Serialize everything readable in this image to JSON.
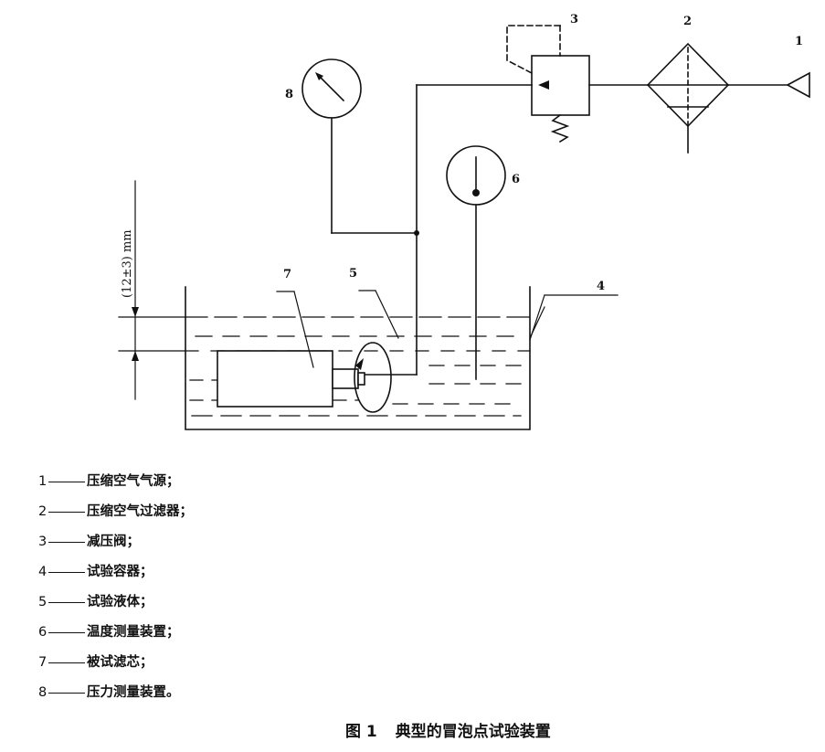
{
  "diagram": {
    "callouts": [
      "1",
      "2",
      "3",
      "4",
      "5",
      "6",
      "7",
      "8"
    ],
    "dimension_label": "(12±3) mm"
  },
  "legend": [
    {
      "num": "1",
      "text": "压缩空气气源；"
    },
    {
      "num": "2",
      "text": "压缩空气过滤器；"
    },
    {
      "num": "3",
      "text": "减压阀；"
    },
    {
      "num": "4",
      "text": "试验容器；"
    },
    {
      "num": "5",
      "text": "试验液体；"
    },
    {
      "num": "6",
      "text": "温度测量装置；"
    },
    {
      "num": "7",
      "text": "被试滤芯；"
    },
    {
      "num": "8",
      "text": "压力测量装置。"
    }
  ],
  "caption": {
    "figure_number": "图 1",
    "title": "典型的冒泡点试验装置"
  }
}
